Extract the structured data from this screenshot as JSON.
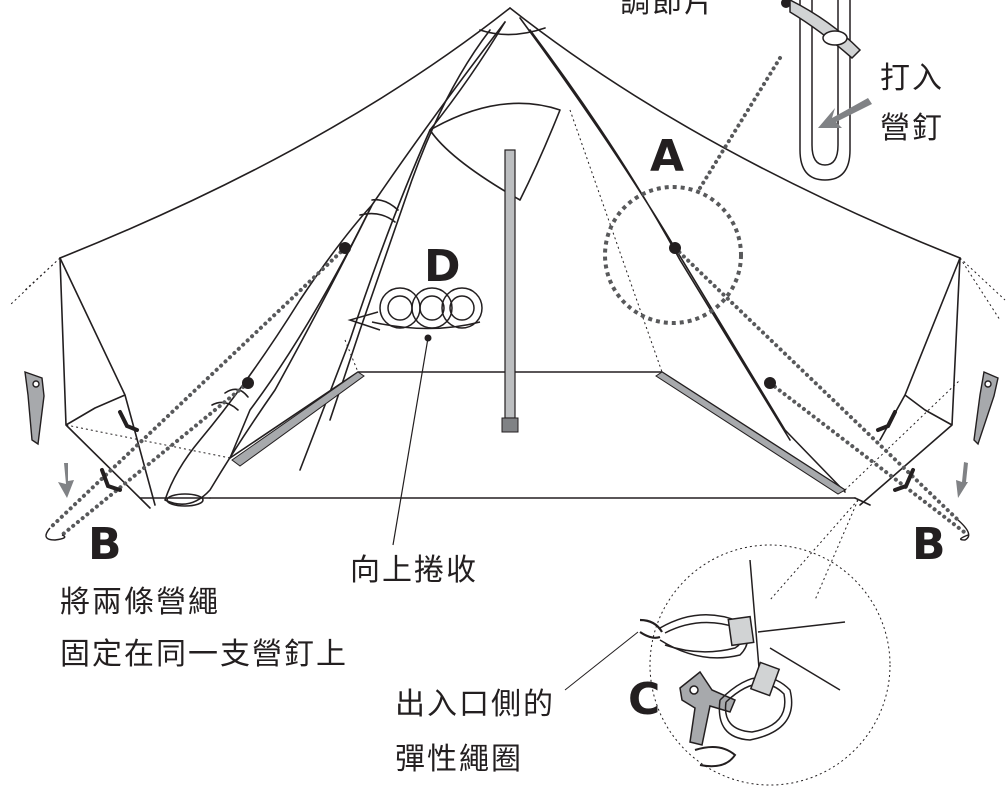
{
  "labels": {
    "a": "A",
    "b_left": "B",
    "b_right": "B",
    "c": "C",
    "d": "D",
    "adjuster": "調節片",
    "drive_line1": "打入",
    "drive_line2": "營釘",
    "roll_up": "向上捲收",
    "two_lines_line1": "將兩條營繩",
    "two_lines_line2": "固定在同一支營釘上",
    "loop_line1": "出入口側的",
    "loop_line2": "彈性繩圈"
  },
  "colors": {
    "line": "#231f20",
    "dot_guy": "#58595b",
    "floor_strip": "#a7a9ac",
    "pole": "#bcbec0",
    "arrow": "#808285"
  },
  "icons": [
    "tent-illustration",
    "center-pole",
    "stake-icon",
    "adjuster-icon",
    "elastic-loop-icon",
    "coiled-rope-icon"
  ]
}
